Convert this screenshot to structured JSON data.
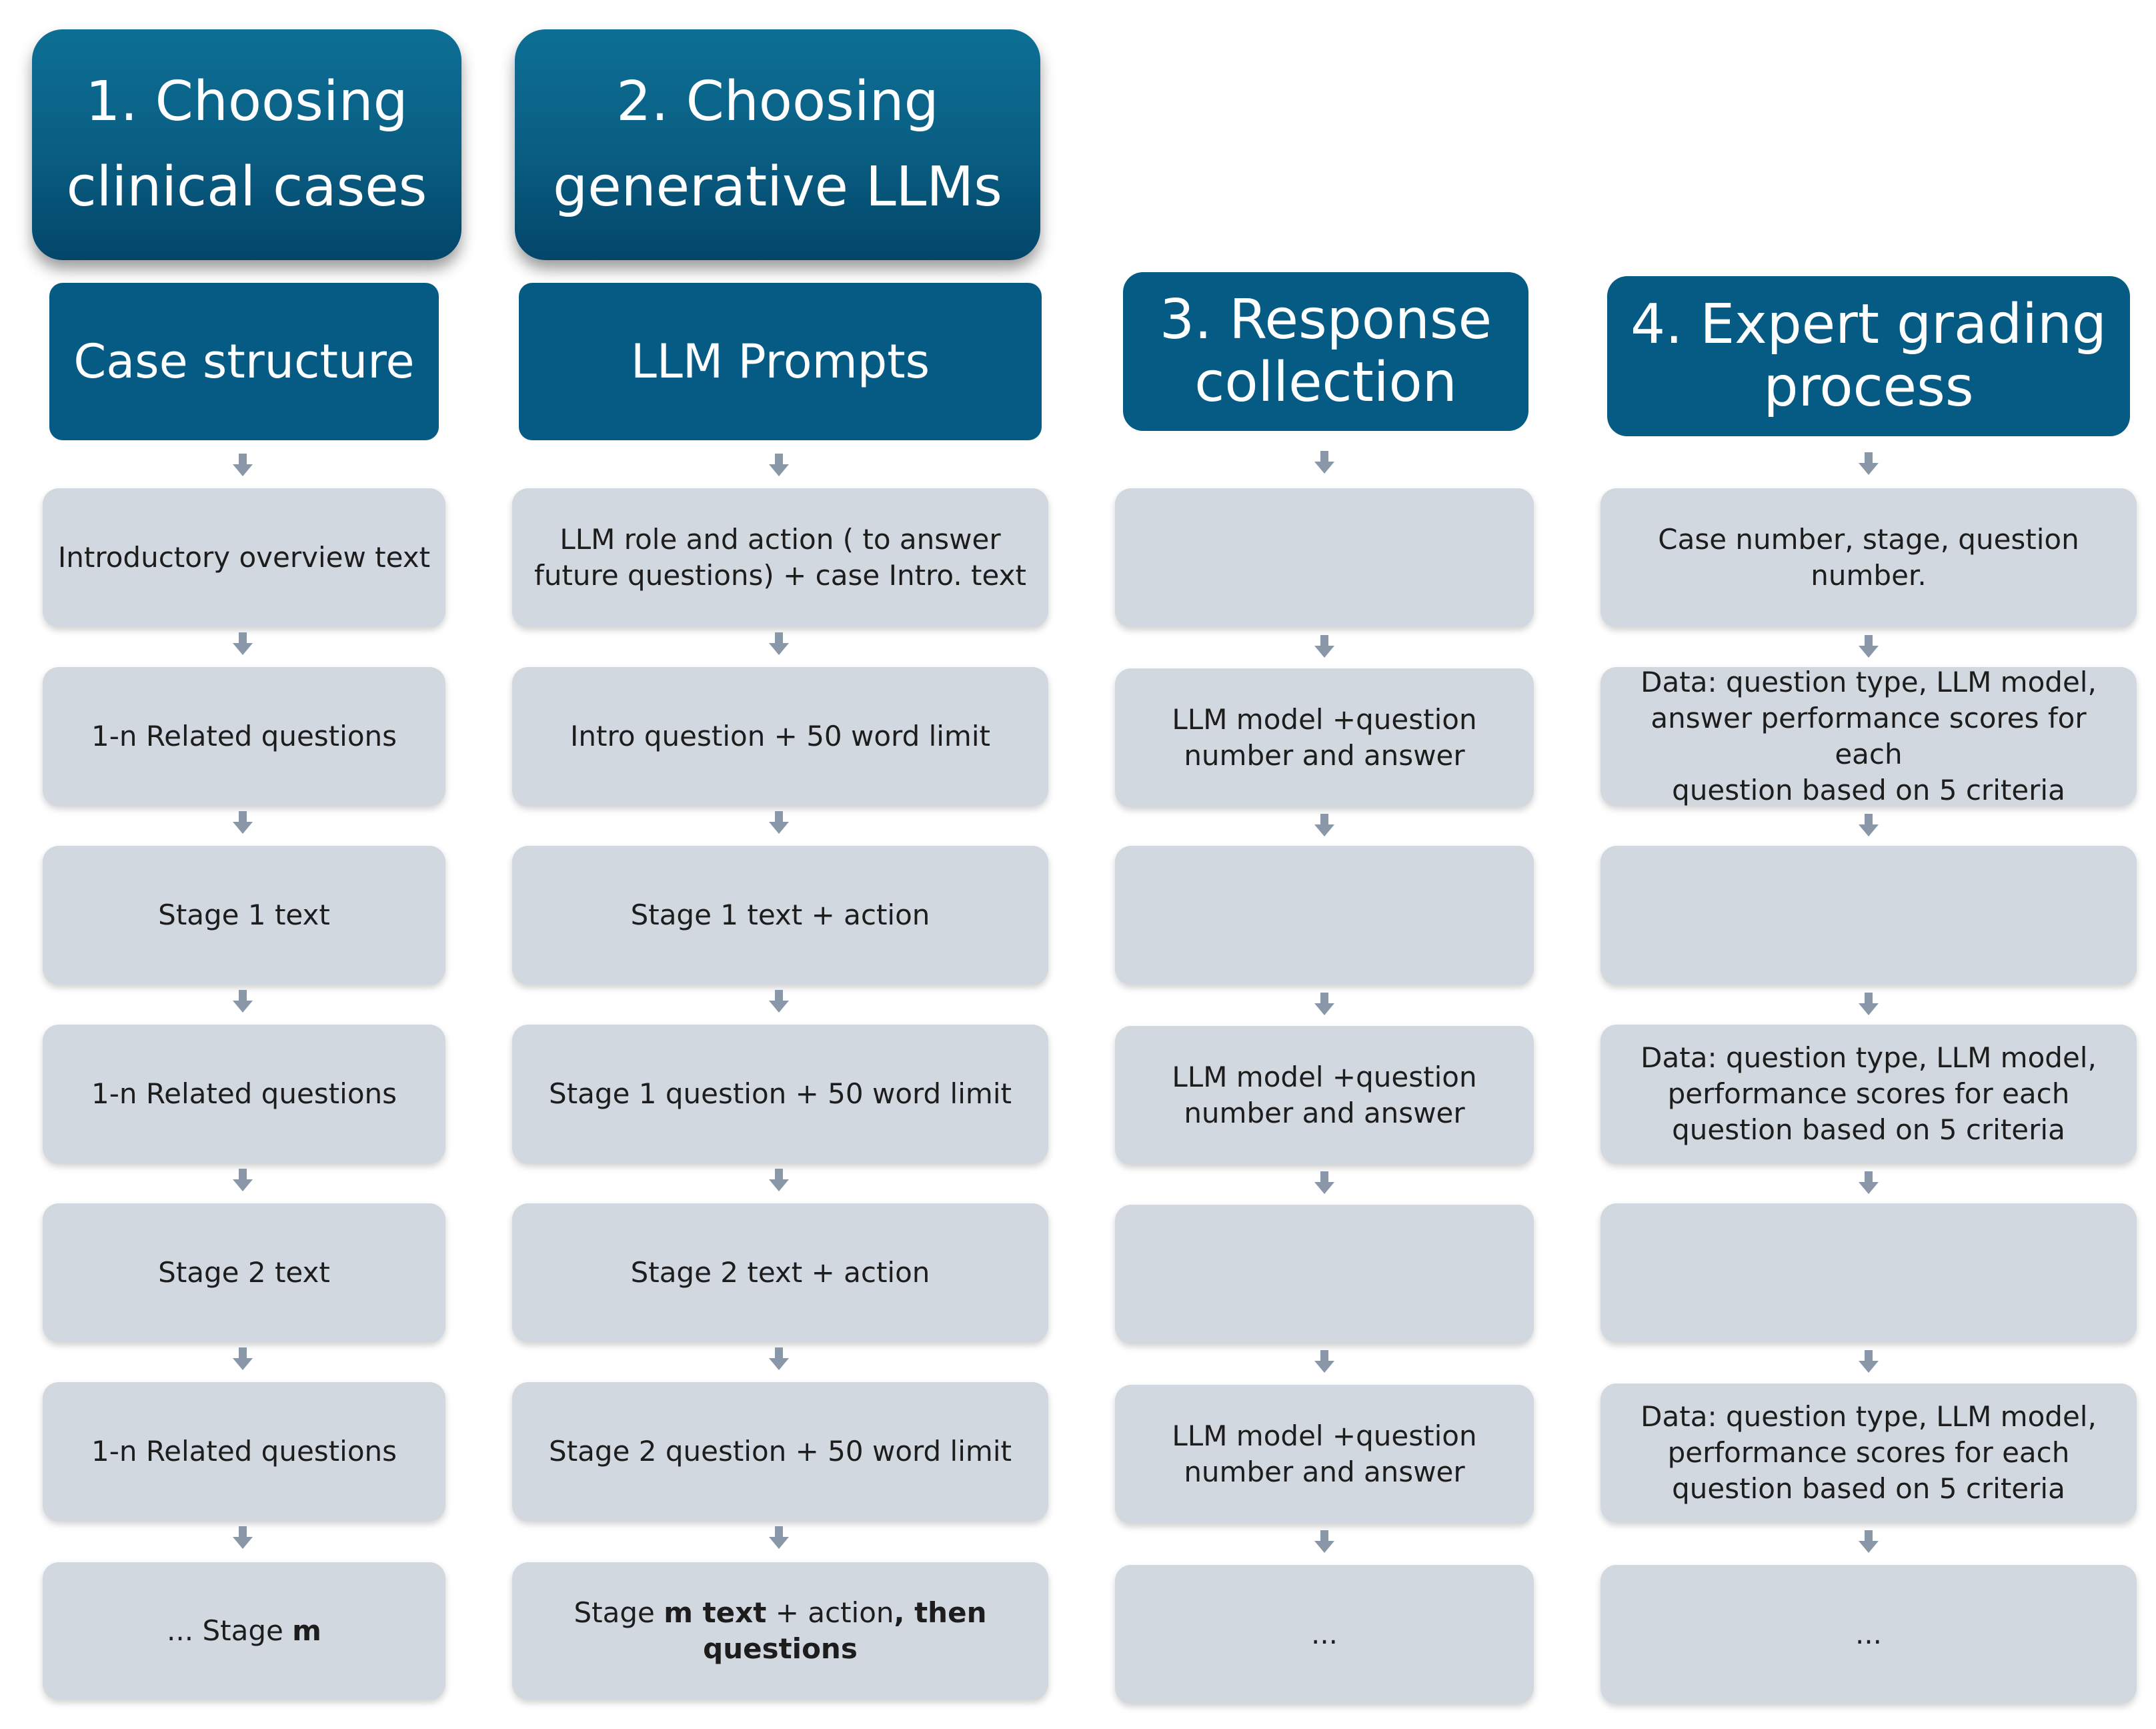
{
  "headers": {
    "step1_line1": "1. Choosing",
    "step1_line2": "clinical cases",
    "step2_line1": "2. Choosing",
    "step2_line2": "generative LLMs",
    "step3_line1": "3. Response",
    "step3_line2": "collection",
    "step4_line1": "4. Expert grading",
    "step4_line2": "process"
  },
  "subheaders": {
    "col1": "Case structure",
    "col2": "LLM Prompts"
  },
  "col1": [
    "Introductory overview text",
    "1-n Related questions",
    "Stage 1 text",
    "1-n Related questions",
    "Stage 2 text",
    "1-n Related questions",
    "... Stage ",
    "m"
  ],
  "col2": {
    "row1_line1": "LLM role and action ( to answer",
    "row1_line2": "future questions) + case Intro. text",
    "row2": "Intro question + 50 word limit",
    "row3": "Stage 1 text + action",
    "row4": "Stage 1 question + 50 word limit",
    "row5": "Stage 2 text + action",
    "row6": "Stage 2 question + 50 word limit",
    "row7_a": "Stage ",
    "row7_b": "m text",
    "row7_c": " + action",
    "row7_d": ", then",
    "row7_e": "questions"
  },
  "col3": {
    "row2_line1": "LLM model +question",
    "row2_line2": "number and answer",
    "row4_line1": "LLM model +question",
    "row4_line2": "number and answer",
    "row6_line1": "LLM model +question",
    "row6_line2": "number and answer",
    "row7": "..."
  },
  "col4": {
    "row1_line1": "Case number, stage, question",
    "row1_line2": "number.",
    "row2_line1": "Data: question type, LLM model,",
    "row2_line2": "answer performance scores for each",
    "row2_line3": "question based on 5 criteria",
    "row4_line1": "Data: question type, LLM model,",
    "row4_line2": "performance scores for each",
    "row4_line3": "question based on 5 criteria",
    "row6_line1": "Data: question type, LLM model,",
    "row6_line2": "performance scores for each",
    "row6_line3": "question based on 5 criteria",
    "row7": "..."
  },
  "colors": {
    "header_gradient_top": "#0d6f95",
    "header_gradient_bottom": "#03466a",
    "subheader": "#055b83",
    "box_fill": "#d2d8df",
    "arrow": "#8a97a8"
  }
}
